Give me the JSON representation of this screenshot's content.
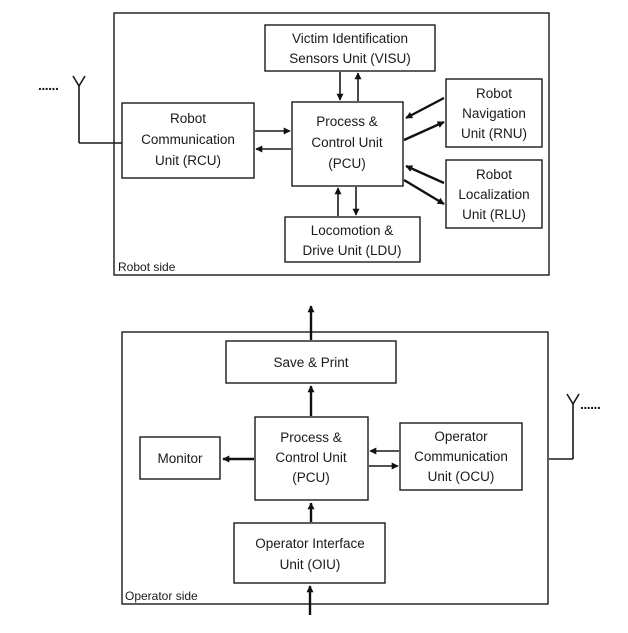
{
  "robot_side": {
    "label": "Robot side",
    "rcu": [
      "Robot",
      "Communication",
      "Unit (RCU)"
    ],
    "visu": [
      "Victim Identification",
      "Sensors Unit (VISU)"
    ],
    "pcu": [
      "Process &",
      "Control Unit",
      "(PCU)"
    ],
    "rnu": [
      "Robot",
      "Navigation",
      "Unit (RNU)"
    ],
    "rlu": [
      "Robot",
      "Localization",
      "Unit (RLU)"
    ],
    "ldu": [
      "Locomotion &",
      "Drive Unit (LDU)"
    ]
  },
  "operator_side": {
    "label": "Operator side",
    "save_print": [
      "Save & Print"
    ],
    "monitor": [
      "Monitor"
    ],
    "pcu": [
      "Process &",
      "Control Unit",
      "(PCU)"
    ],
    "ocu": [
      "Operator",
      "Communication",
      "Unit (OCU)"
    ],
    "oiu": [
      "Operator Interface",
      "Unit (OIU)"
    ]
  },
  "antenna_dots": "......"
}
